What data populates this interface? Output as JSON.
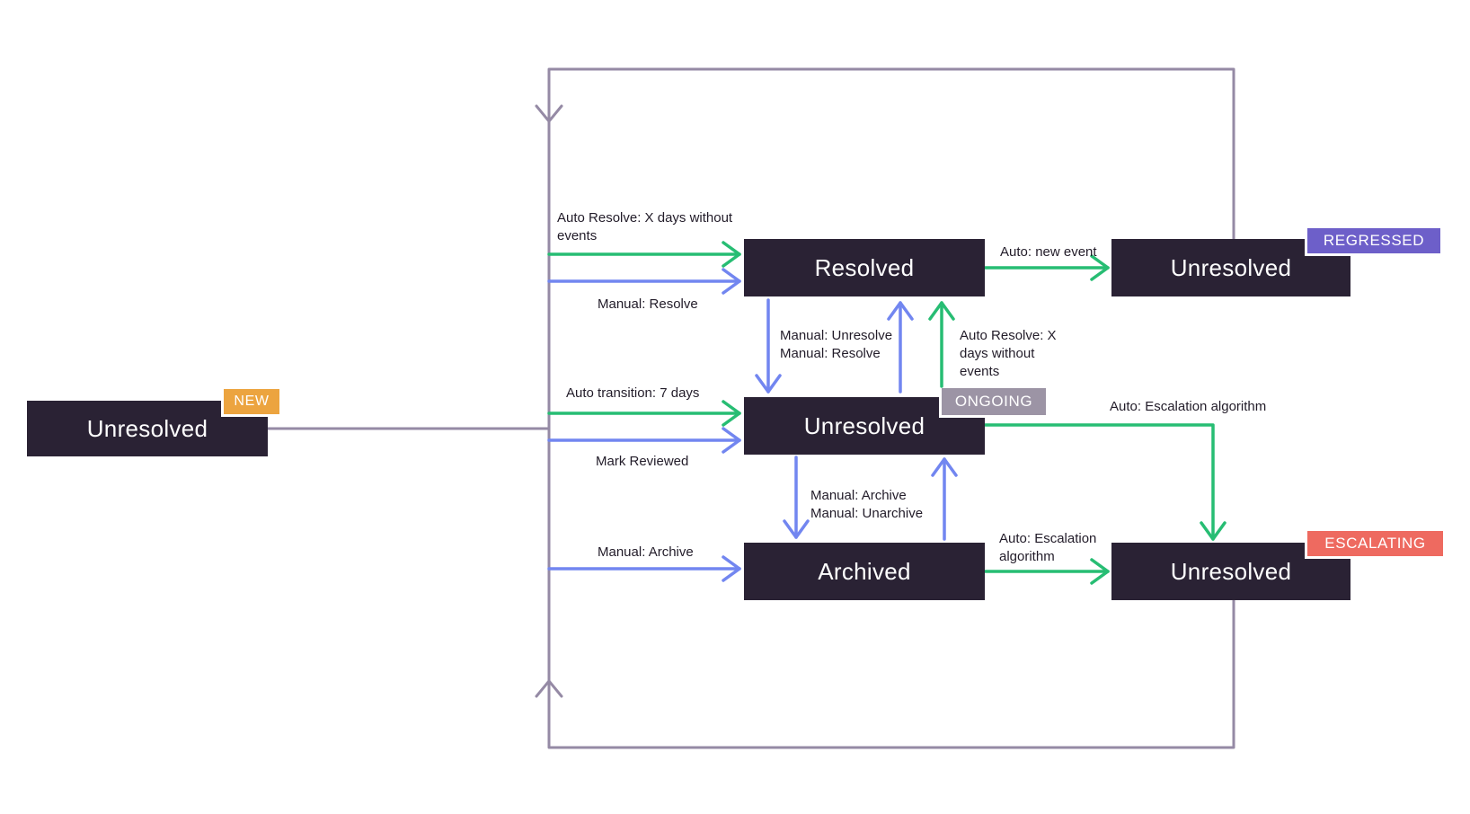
{
  "diagram": {
    "states": {
      "new": {
        "label": "Unresolved",
        "badge": "NEW"
      },
      "resolved": {
        "label": "Resolved"
      },
      "ongoing": {
        "label": "Unresolved",
        "badge": "ONGOING"
      },
      "archived": {
        "label": "Archived"
      },
      "regressed": {
        "label": "Unresolved",
        "badge": "REGRESSED"
      },
      "escalating": {
        "label": "Unresolved",
        "badge": "ESCALATING"
      }
    },
    "edges": {
      "auto_resolve_left": "Auto Resolve: X days without\nevents",
      "manual_resolve_left": "Manual: Resolve",
      "auto_transition": "Auto transition: 7 days",
      "mark_reviewed": "Mark Reviewed",
      "manual_archive_left": "Manual: Archive",
      "manual_unresolve_resolve": "Manual: Unresolve\nManual: Resolve",
      "auto_resolve_right": "Auto Resolve: X\ndays without\nevents",
      "auto_new_event": "Auto: new event",
      "auto_escalation_ongoing": "Auto: Escalation algorithm",
      "manual_archive_unarchive": "Manual: Archive\nManual: Unarchive",
      "auto_escalation_archived": "Auto: Escalation\nalgorithm"
    }
  },
  "colors": {
    "auto_green": "#27bd73",
    "manual_blue": "#7286f0",
    "loop_gray": "#958aa5",
    "box_bg": "#2a2234",
    "box_text": "#ffffff",
    "label_text": "#221c29",
    "badge_new": "#eca43f",
    "badge_ongoing": "#9c94a5",
    "badge_regressed": "#6d5fc9",
    "badge_escalating": "#ee6a60",
    "background": "#ffffff"
  }
}
